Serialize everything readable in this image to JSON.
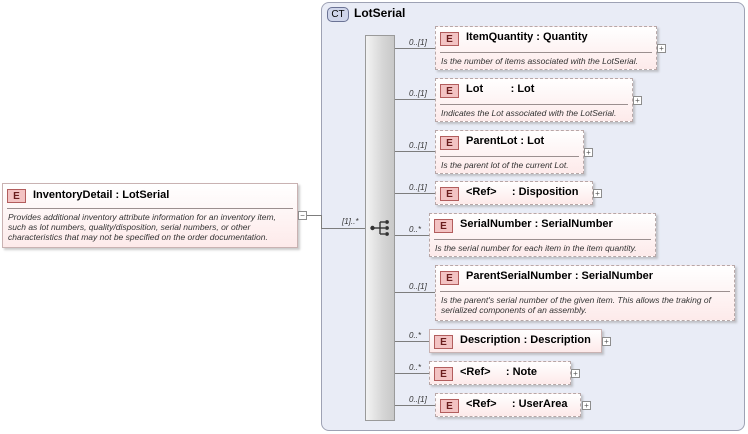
{
  "complex_type": {
    "badge": "CT",
    "name": "LotSerial"
  },
  "root": {
    "badge": "E",
    "name": "InventoryDetail : LotSerial",
    "doc": [
      "Provides additional inventory attribute information for an inventory item,",
      "such as lot numbers, quality/disposition, serial numbers, or other",
      "characteristics that may not be specified on the order documentation."
    ],
    "cardinality": "[1]..*"
  },
  "children": [
    {
      "badge": "E",
      "name": "ItemQuantity : Quantity",
      "cardinality": "0..[1]",
      "doc": [
        "Is the number of items associated with the LotSerial."
      ]
    },
    {
      "badge": "E",
      "name": "Lot         : Lot",
      "cardinality": "0..[1]",
      "doc": [
        "Indicates the Lot associated with the LotSerial."
      ]
    },
    {
      "badge": "E",
      "name": "ParentLot : Lot",
      "cardinality": "0..[1]",
      "doc": [
        "Is the parent lot of the current Lot."
      ]
    },
    {
      "badge": "E",
      "name": "<Ref>     : Disposition",
      "cardinality": "0..[1]",
      "doc": []
    },
    {
      "badge": "E",
      "name": "SerialNumber : SerialNumber",
      "cardinality": "0..*",
      "doc": [
        "Is the serial number for each item in the item quantity."
      ]
    },
    {
      "badge": "E",
      "name": "ParentSerialNumber : SerialNumber",
      "cardinality": "0..[1]",
      "doc": [
        "Is the parent's serial number of the given item. This allows the traking of",
        "serialized components of an assembly."
      ]
    },
    {
      "badge": "E",
      "name": "Description : Description",
      "cardinality": "0..*",
      "doc": []
    },
    {
      "badge": "E",
      "name": "<Ref>     : Note",
      "cardinality": "0..*",
      "doc": []
    },
    {
      "badge": "E",
      "name": "<Ref>     : UserArea",
      "cardinality": "0..[1]",
      "doc": []
    }
  ],
  "expand_symbol": "+",
  "collapse_symbol": "−"
}
